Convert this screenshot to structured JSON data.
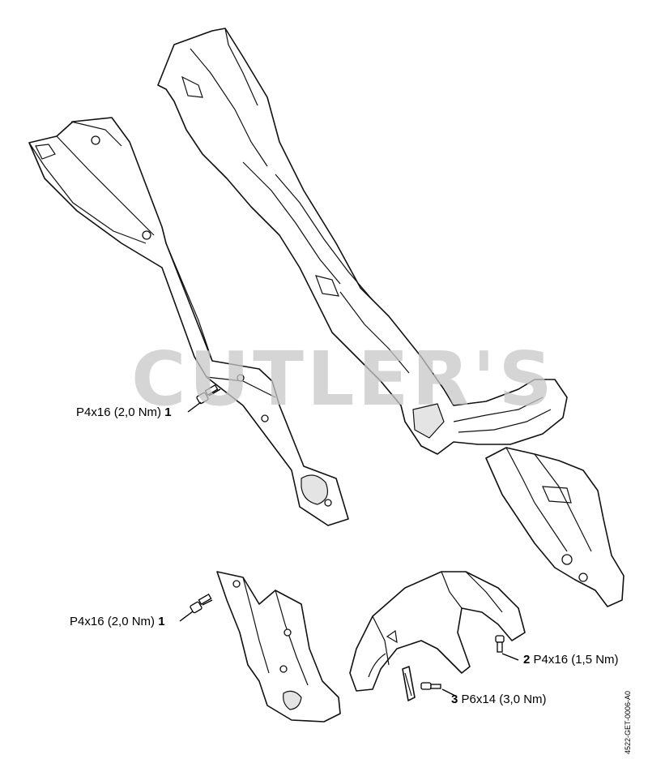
{
  "watermark": "CUTLER'S",
  "drawing_code": "4522-GET-0006-A0",
  "callouts": [
    {
      "spec": "P4x16 (2,0 Nm)",
      "num": "1"
    },
    {
      "spec": "P4x16 (2,0 Nm)",
      "num": "1"
    },
    {
      "num": "2",
      "spec": "P4x16 (1,5 Nm)"
    },
    {
      "num": "3",
      "spec": "P6x14 (3,0 Nm)"
    }
  ]
}
